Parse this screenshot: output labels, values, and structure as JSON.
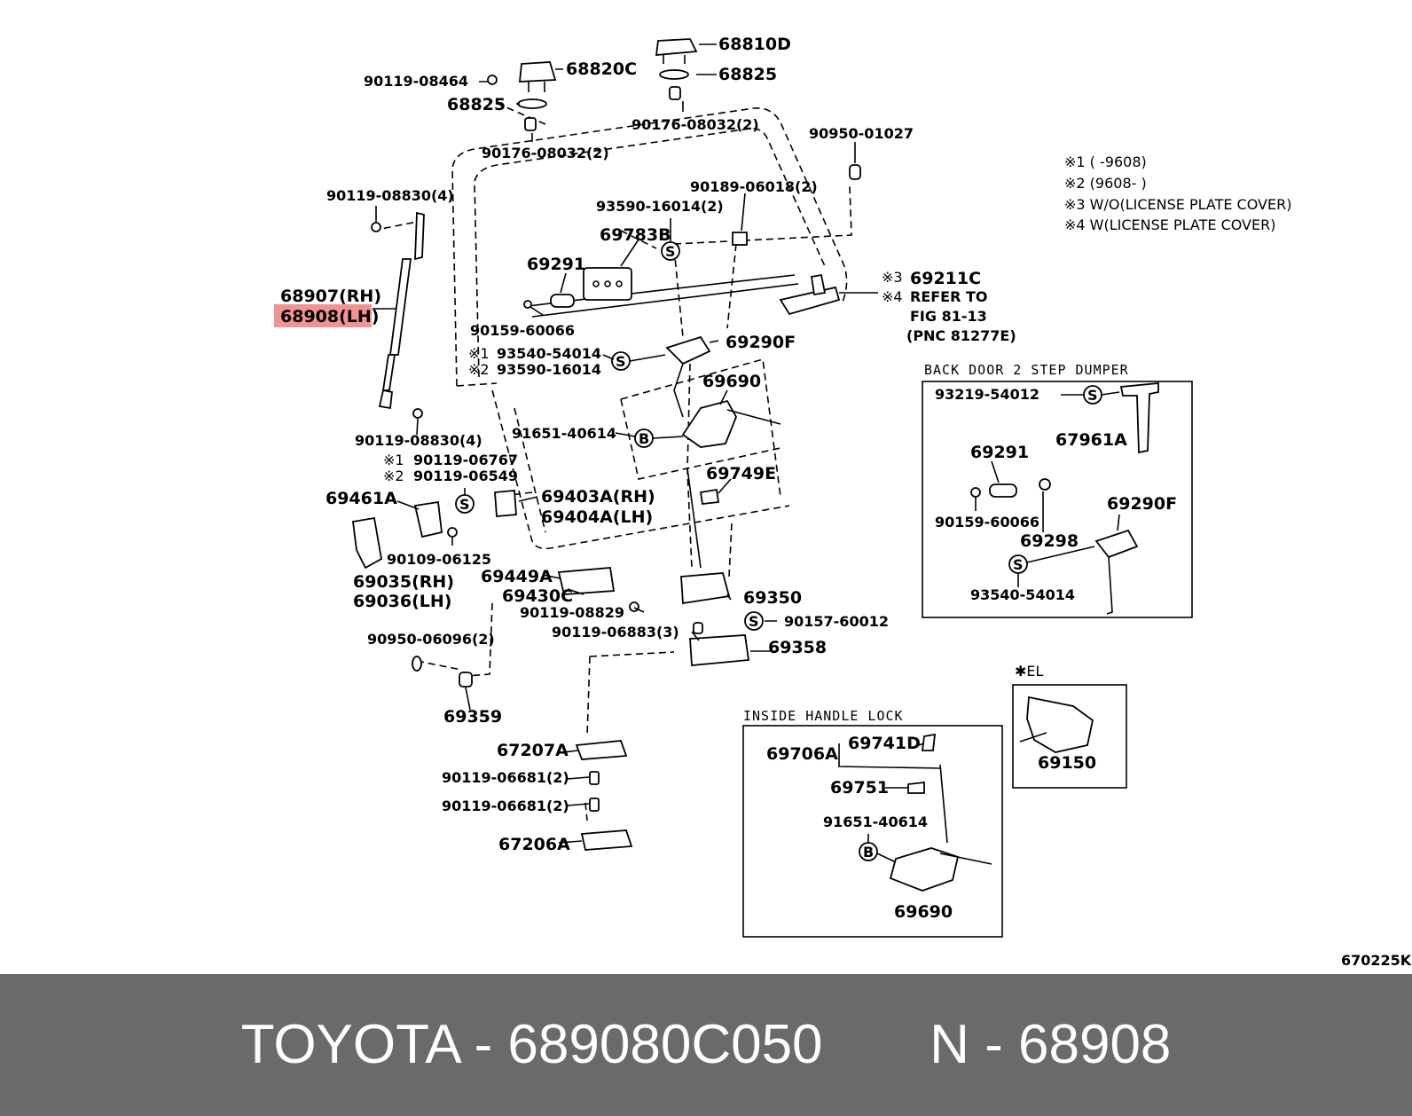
{
  "footer": {
    "brand": "TOYOTA",
    "part_number": "689080C050",
    "ref_prefix": "N",
    "ref_number": "68908",
    "text": "TOYOTA - 689080C050       N - 68908",
    "background": "#6a6a6a"
  },
  "diagram": {
    "id_code": "670225K",
    "highlight_color": "#f08080",
    "notes": [
      "※1 (        -9608)",
      "※2 (9608-        )",
      "※3 W/O(LICENSE PLATE COVER)",
      "※4 W(LICENSE PLATE COVER)"
    ],
    "refer": [
      "※3",
      "69211C",
      "※4",
      "REFER  TO",
      "FIG  81-13",
      "(PNC  81277E)"
    ],
    "box_titles": {
      "dumper": "BACK  DOOR  2  STEP  DUMPER",
      "inside": "INSIDE  HANDLE  LOCK",
      "el": "✱EL"
    },
    "labels": {
      "p68810D": "68810D",
      "p68825a": "68825",
      "p68820C": "68820C",
      "p9011908464": "90119-08464",
      "p68825b": "68825",
      "p9017608032a": "90176-08032(2)",
      "p9017608032b": "90176-08032(2)",
      "p9095001027": "90950-01027",
      "p9011908830a": "90119-08830(4)",
      "p9018906018": "90189-06018(2)",
      "p9359016014a": "93590-16014(2)",
      "p69783B": "69783B",
      "p69291a": "69291",
      "p68907": "68907(RH)",
      "p68908": "68908(LH)",
      "p9015960066a": "90159-60066",
      "p69290Fa": "69290F",
      "n1": "※1",
      "p9354054014a": "93540-54014",
      "n2": "※2",
      "p9359016014b": "93590-16014",
      "p69690a": "69690",
      "p9165140614a": "91651-40614",
      "p9011908830b": "90119-08830(4)",
      "n1b": "※1",
      "p9011906767": "90119-06767",
      "n2b": "※2",
      "p9011906549": "90119-06549",
      "p69749E": "69749E",
      "p69461A": "69461A",
      "p69403A": "69403A(RH)",
      "p69404A": "69404A(LH)",
      "p9010906125": "90109-06125",
      "p69035": "69035(RH)",
      "p69036": "69036(LH)",
      "p69449A": "69449A",
      "p69430C": "69430C",
      "p69350": "69350",
      "p9011908829": "90119-08829",
      "p9015760012": "90157-60012",
      "p9011906883": "90119-06883(3)",
      "p9095006096": "90950-06096(2)",
      "p69358": "69358",
      "p69359": "69359",
      "p67207A": "67207A",
      "p9011906681a": "90119-06681(2)",
      "p9011906681b": "90119-06681(2)",
      "p67206A": "67206A",
      "d9321954012": "93219-54012",
      "d67961A": "67961A",
      "d69291": "69291",
      "d9015960066": "90159-60066",
      "d69298": "69298",
      "d69290F": "69290F",
      "d9354054014": "93540-54014",
      "i69741D": "69741D",
      "i69706A": "69706A",
      "i69751": "69751",
      "i9165140614": "91651-40614",
      "i69690": "69690",
      "e69150": "69150"
    },
    "symbols": {
      "s": "S",
      "b": "B"
    }
  }
}
